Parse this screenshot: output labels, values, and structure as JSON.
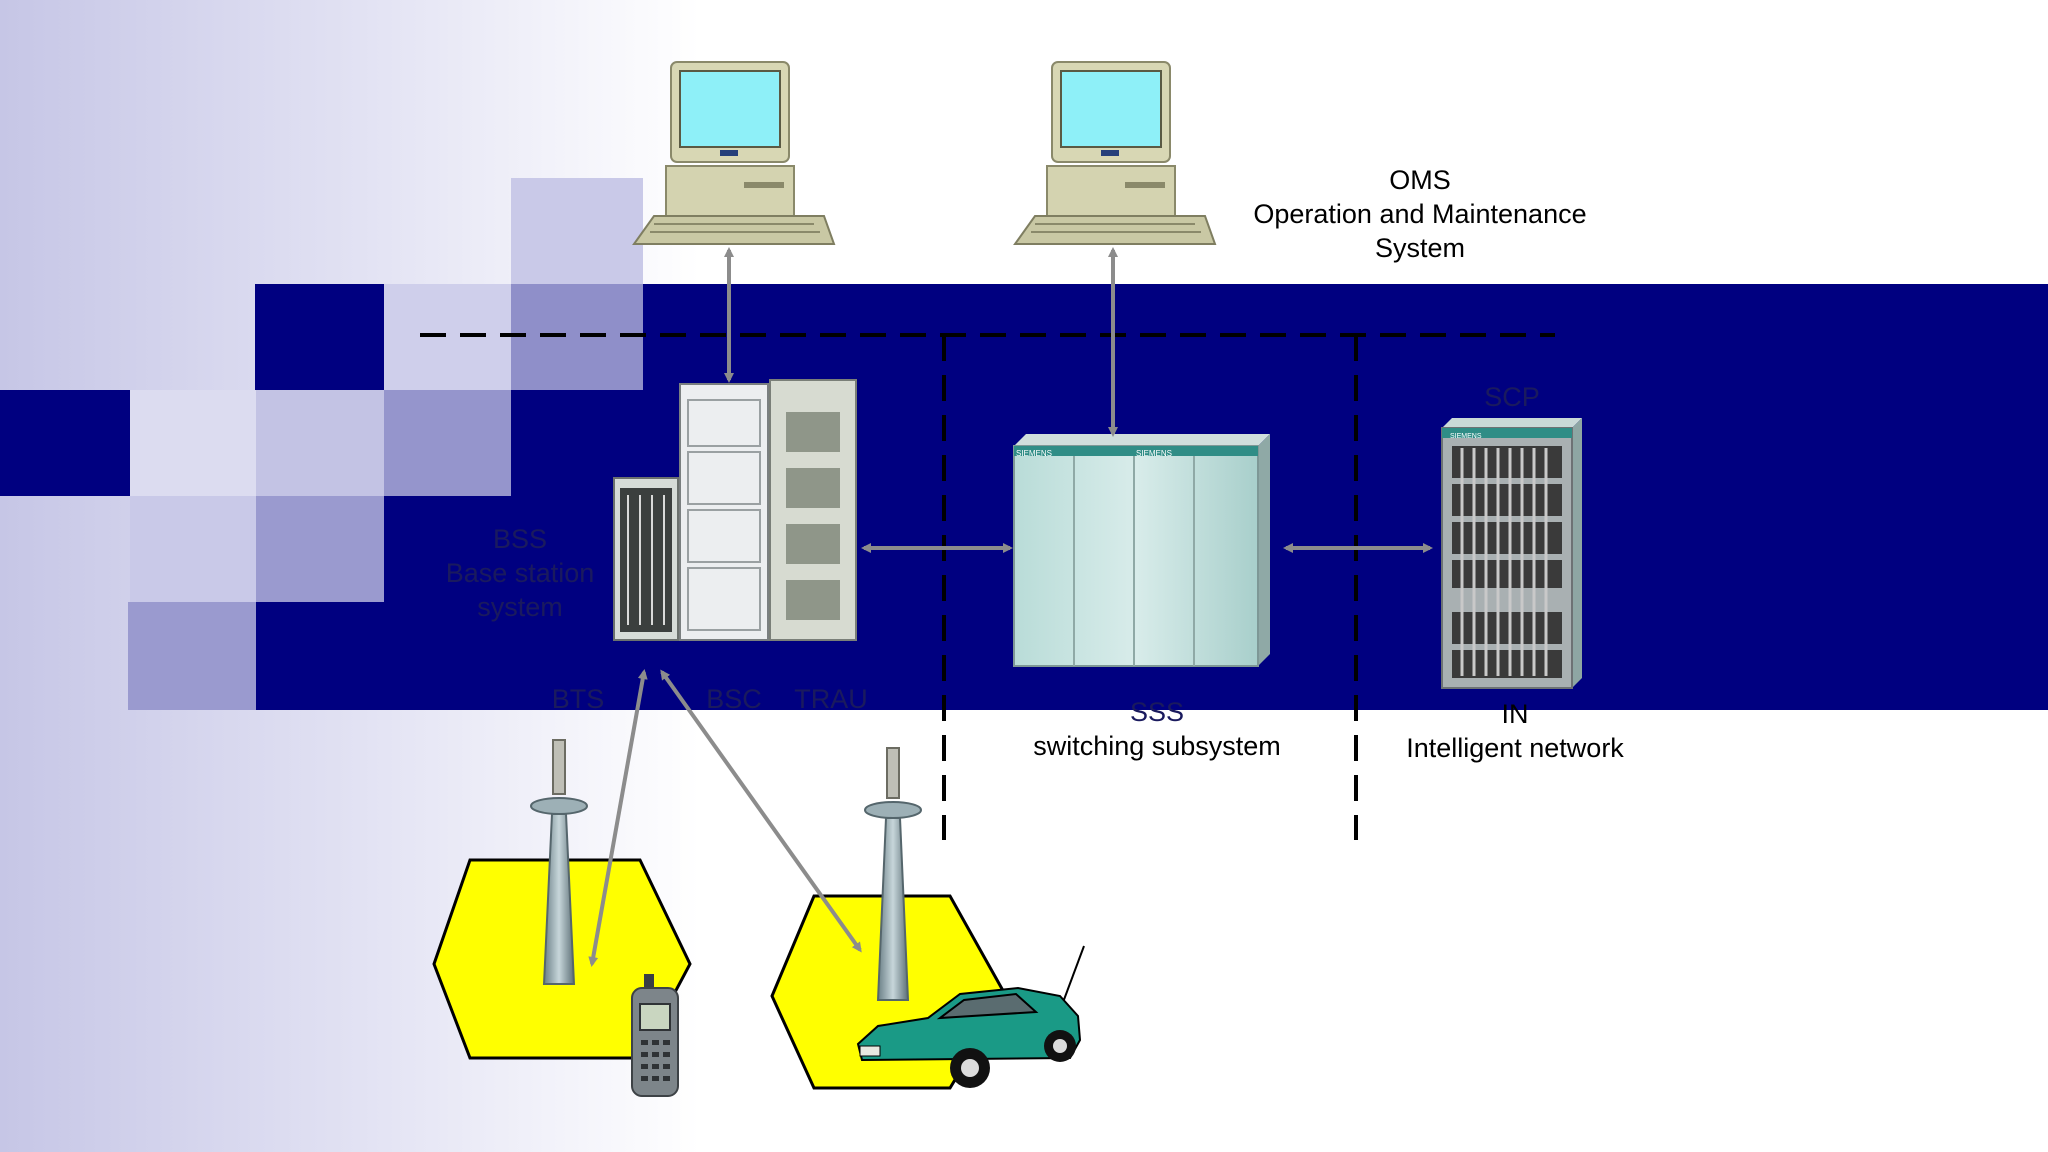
{
  "oms": {
    "lines": [
      "OMS",
      "Operation and Maintenance",
      "System"
    ]
  },
  "bss": {
    "lines": [
      "BSS",
      "Base station",
      "system"
    ],
    "bts_label": "BTS",
    "bsc_label": "BSC",
    "trau_label": "TRAU"
  },
  "sss": {
    "lines": [
      "SSS",
      "switching subsystem"
    ],
    "cabinet_brand": "SIEMENS"
  },
  "in": {
    "scp_label": "SCP",
    "lines": [
      "IN",
      "Intelligent network"
    ],
    "cabinet_brand": "SIEMENS"
  },
  "icons": {
    "terminals": "computer-terminal-icon",
    "bss_rack": "equipment-rack-icon",
    "switch_cabinet": "switch-cabinet-icon",
    "scp_rack": "server-rack-icon",
    "antenna": "antenna-mast-icon",
    "phone": "mobile-phone-icon",
    "car": "car-icon",
    "cell": "hexagon-cell-icon"
  },
  "colors": {
    "band": "#000080",
    "cell": "#ffff00",
    "screen": "#8ef0f8",
    "car": "#1a9a86",
    "arrow": "#909090"
  }
}
